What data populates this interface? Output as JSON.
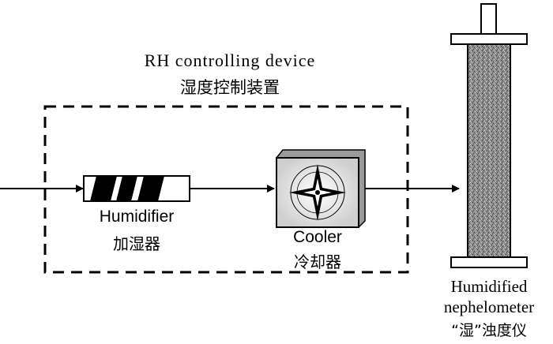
{
  "device": {
    "title_en": "RH controlling device",
    "title_zh": "湿度控制装置"
  },
  "humidifier": {
    "label_en": "Humidifier",
    "label_zh": "加湿器"
  },
  "cooler": {
    "label_en": "Cooler",
    "label_zh": "冷却器"
  },
  "nephelometer": {
    "label_en_line1": "Humidified",
    "label_en_line2": "nephelometer",
    "label_zh": "“湿”浊度仪"
  },
  "colors": {
    "ink": "#000000",
    "background": "#ffffff",
    "cooler_fill": "#d9d9d9",
    "nephelometer_fill": "#8c8c8c"
  }
}
